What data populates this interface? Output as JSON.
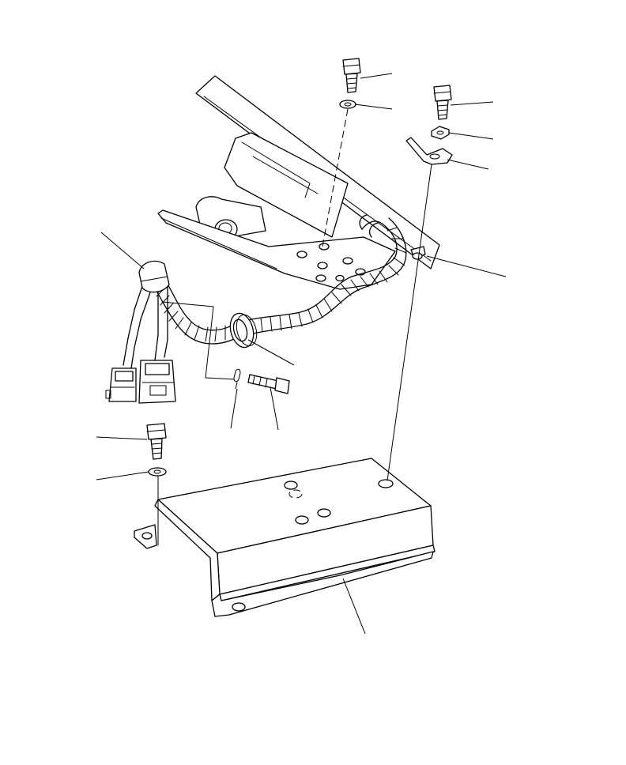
{
  "figure": {
    "colors": {
      "line": "#000000",
      "background": "#ffffff"
    },
    "parts": [
      "bolt-top-left",
      "washer-top-left",
      "bolt-top-right",
      "washer-top-right",
      "clamp-bracket",
      "accelerator-pedal-assembly",
      "wire-harness",
      "grommet",
      "clip",
      "screw",
      "bolt-left",
      "washer-left",
      "mounting-bracket"
    ]
  }
}
